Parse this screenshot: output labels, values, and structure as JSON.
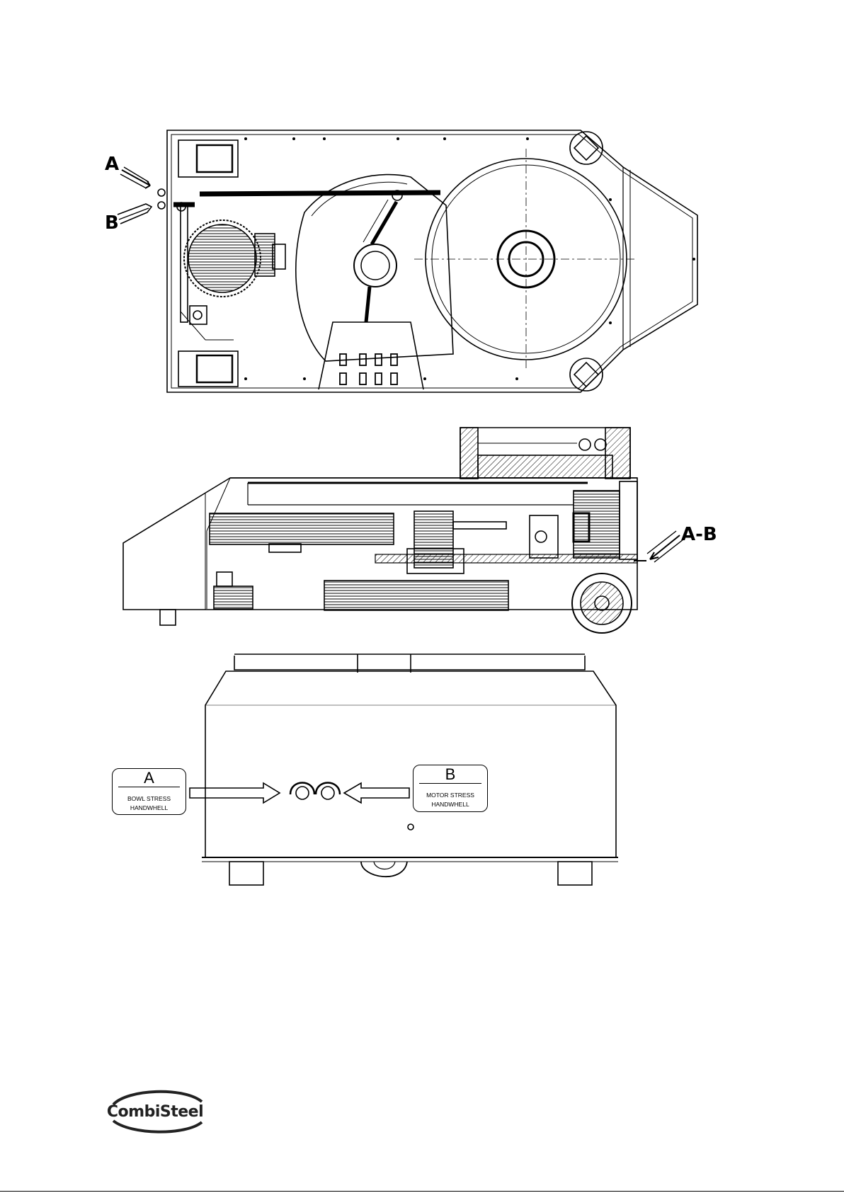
{
  "callouts": {
    "top_view_a": "A",
    "top_view_b": "B",
    "side_view_ab": "A-B"
  },
  "tags": {
    "a": {
      "letter": "A",
      "text": "BOWL STRESS HANDWHELL"
    },
    "b": {
      "letter": "B",
      "text": "MOTOR STRESS HANDWHELL"
    }
  },
  "logo": {
    "text": "CombiSteel"
  }
}
